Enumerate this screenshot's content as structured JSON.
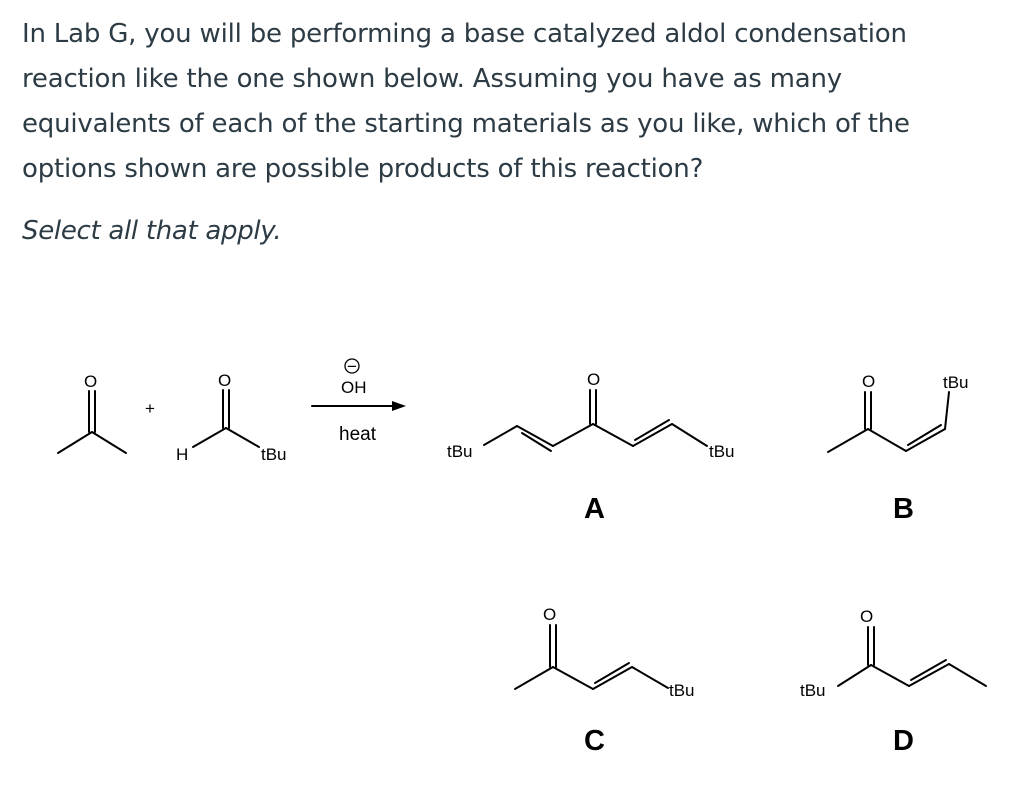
{
  "question": {
    "text": "In Lab G, you will be performing a base catalyzed aldol condensation reaction like the one shown below. Assuming you have as many equivalents of each of the starting materials as you like, which of the options shown are possible products of this reaction?",
    "instruction": "Select all that apply."
  },
  "reaction": {
    "plus": "+",
    "reagent": "OH",
    "charge": "−",
    "condition": "heat",
    "sm1": {
      "carbonyl_o": "O"
    },
    "sm2": {
      "carbonyl_o": "O",
      "h_label": "H",
      "tbu_label": "tBu"
    }
  },
  "options": {
    "A": {
      "label": "A",
      "o": "O",
      "left_group": "tBu",
      "right_group": "tBu"
    },
    "B": {
      "label": "B",
      "o": "O",
      "group": "tBu"
    },
    "C": {
      "label": "C",
      "o": "O",
      "group": "tBu"
    },
    "D": {
      "label": "D",
      "o": "O",
      "group": "tBu"
    }
  }
}
